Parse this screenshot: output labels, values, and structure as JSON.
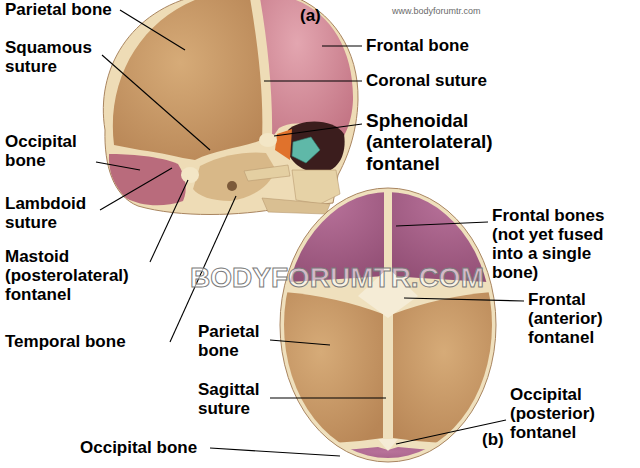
{
  "diagram": {
    "labels": [
      "Parietal bone",
      "(a)",
      "Squamous suture",
      "Frontal bone",
      "Coronal suture",
      "Occipital bone",
      "Sphenoidal (anterolateral) fontanel",
      "Lambdoid suture",
      "Frontal bones (not yet fused into a single bone)",
      "Mastoid (posterolateral) fontanel",
      "Frontal (anterior) fontanel",
      "Temporal bone",
      "Parietal bone",
      "Sagittal suture",
      "Occipital (posterior) fontanel",
      "Occipital bone",
      "(b)",
      "BODYFORUMTR.COM",
      "www.bodyforumtr.com"
    ]
  }
}
